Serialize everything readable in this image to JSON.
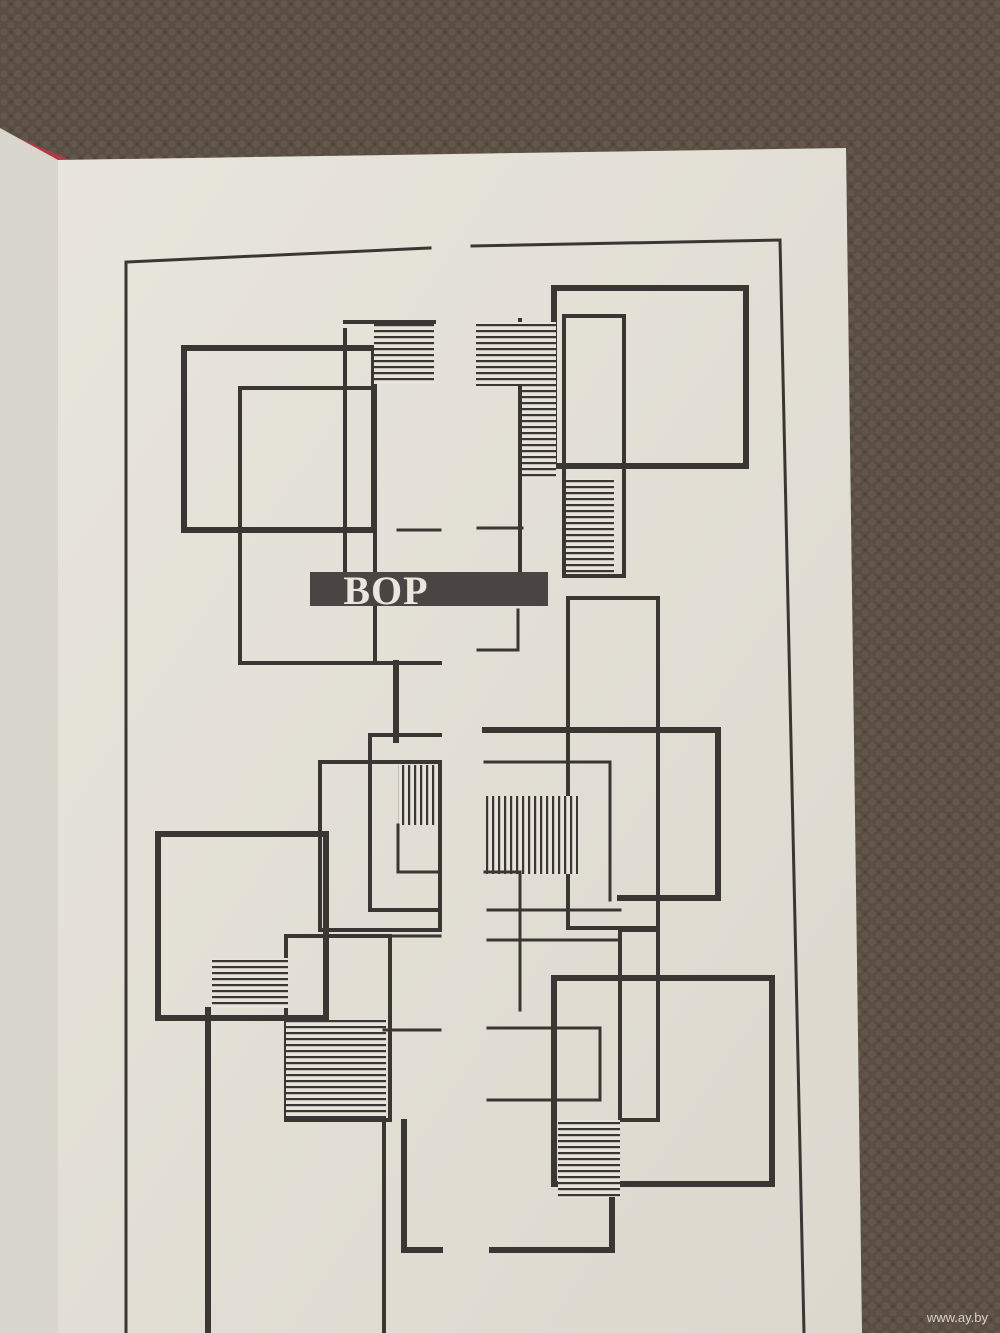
{
  "photo": {
    "subject": "book-page",
    "colors": {
      "fabric": "#5a4d42",
      "page": "#e6e3da",
      "left_page": "#d9d6cd",
      "ink": "#3a3633",
      "label_band": "#4a4542",
      "label_text": "#e9e6de",
      "cover_edge": "#b23a48"
    }
  },
  "page": {
    "title_label": "ВОР"
  },
  "watermark": {
    "text": "www.ay.by"
  }
}
